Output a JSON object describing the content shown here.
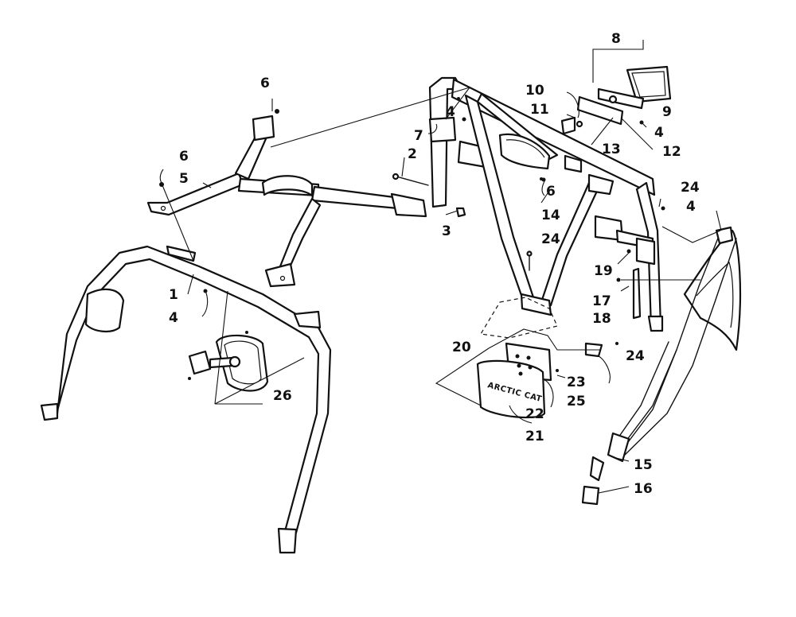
{
  "callouts": {
    "c1": "1",
    "c2": "2",
    "c3": "3",
    "c4a": "4",
    "c4b": "4",
    "c4c": "4",
    "c4d": "4",
    "c5": "5",
    "c6a": "6",
    "c6b": "6",
    "c6c": "6",
    "c7": "7",
    "c8": "8",
    "c9": "9",
    "c10": "10",
    "c11": "11",
    "c12": "12",
    "c13": "13",
    "c14": "14",
    "c15": "15",
    "c16": "16",
    "c17": "17",
    "c18": "18",
    "c19": "19",
    "c20": "20",
    "c21": "21",
    "c22": "22",
    "c23": "23",
    "c24a": "24",
    "c24b": "24",
    "c24c": "24",
    "c25": "25",
    "c26": "26"
  },
  "logo_text": "ARCTIC CAT"
}
